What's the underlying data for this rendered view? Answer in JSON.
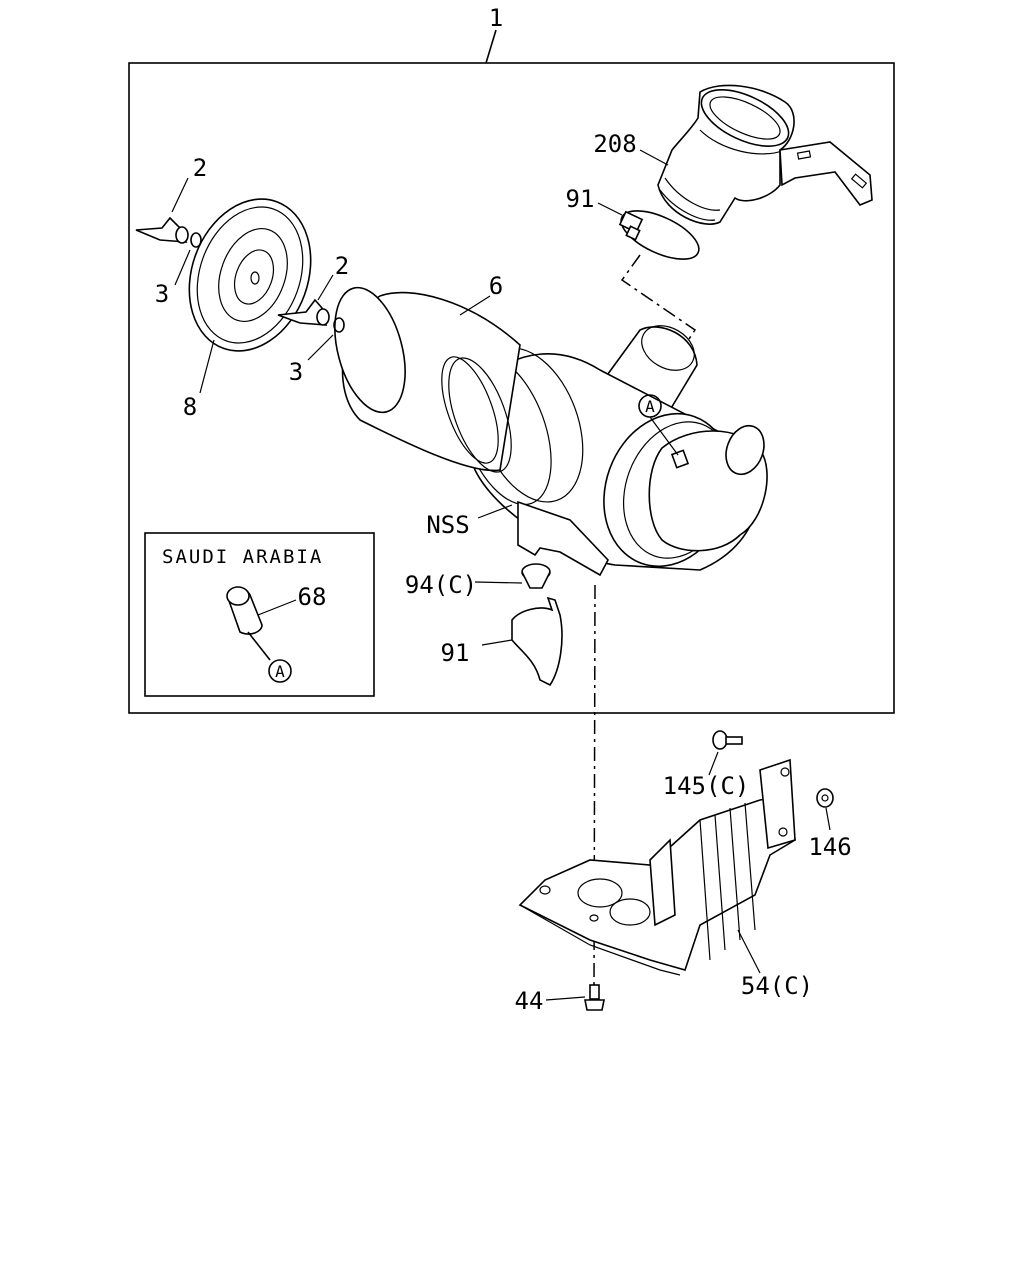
{
  "diagram": {
    "labels": {
      "assembly": "1",
      "wing_bolt_top": "2",
      "washer_left": "3",
      "wing_bolt_mid": "2",
      "washer_mid": "3",
      "filter_element": "6",
      "end_cover": "8",
      "intake_duct": "208",
      "hose_clamp_top": "91",
      "not_serviced": "NSS",
      "grommet": "94(C)",
      "hose_clamp_bottom": "91",
      "indicator": "68",
      "bolt_top": "145(C)",
      "nut": "146",
      "bracket": "54(C)",
      "bolt_bottom": "44"
    },
    "inset": {
      "title": "SAUDI ARABIA",
      "callout_letter": "A"
    },
    "main_callout_letter": "A"
  }
}
